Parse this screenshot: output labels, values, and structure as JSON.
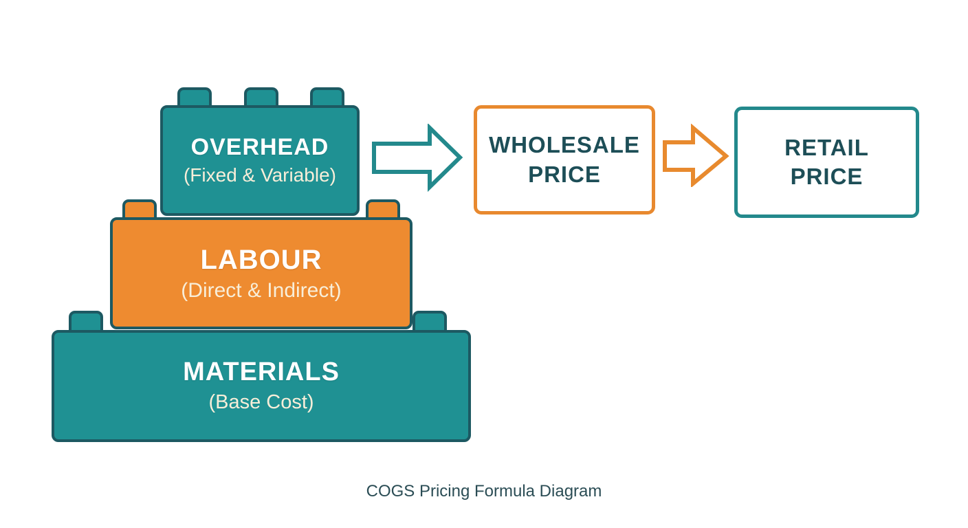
{
  "diagram": {
    "caption": "COGS Pricing Formula Diagram",
    "blocks": [
      {
        "id": "overhead",
        "title": "OVERHEAD",
        "subtitle": "(Fixed & Variable)",
        "fill": "#1f9193"
      },
      {
        "id": "labour",
        "title": "LABOUR",
        "subtitle": "(Direct & Indirect)",
        "fill": "#ee8b30"
      },
      {
        "id": "materials",
        "title": "MATERIALS",
        "subtitle": "(Base Cost)",
        "fill": "#1f9193"
      }
    ],
    "boxes": [
      {
        "id": "wholesale-price",
        "line1": "WHOLESALE",
        "line2": "PRICE",
        "border_color": "#e8892f"
      },
      {
        "id": "retail-price",
        "line1": "RETAIL",
        "line2": "PRICE",
        "border_color": "#23898c"
      }
    ],
    "arrows": [
      {
        "id": "arrow-1",
        "direction": "right",
        "color": "#23898c"
      },
      {
        "id": "arrow-2",
        "direction": "right",
        "color": "#e88a2e"
      }
    ],
    "colors": {
      "teal": "#1f9193",
      "teal_dark_border": "#1d5962",
      "orange": "#ee8b30",
      "box_text": "#1d4e57",
      "subtitle_cream": "#f8eed9",
      "caption_text": "#2b4d55",
      "background": "#ffffff"
    }
  }
}
